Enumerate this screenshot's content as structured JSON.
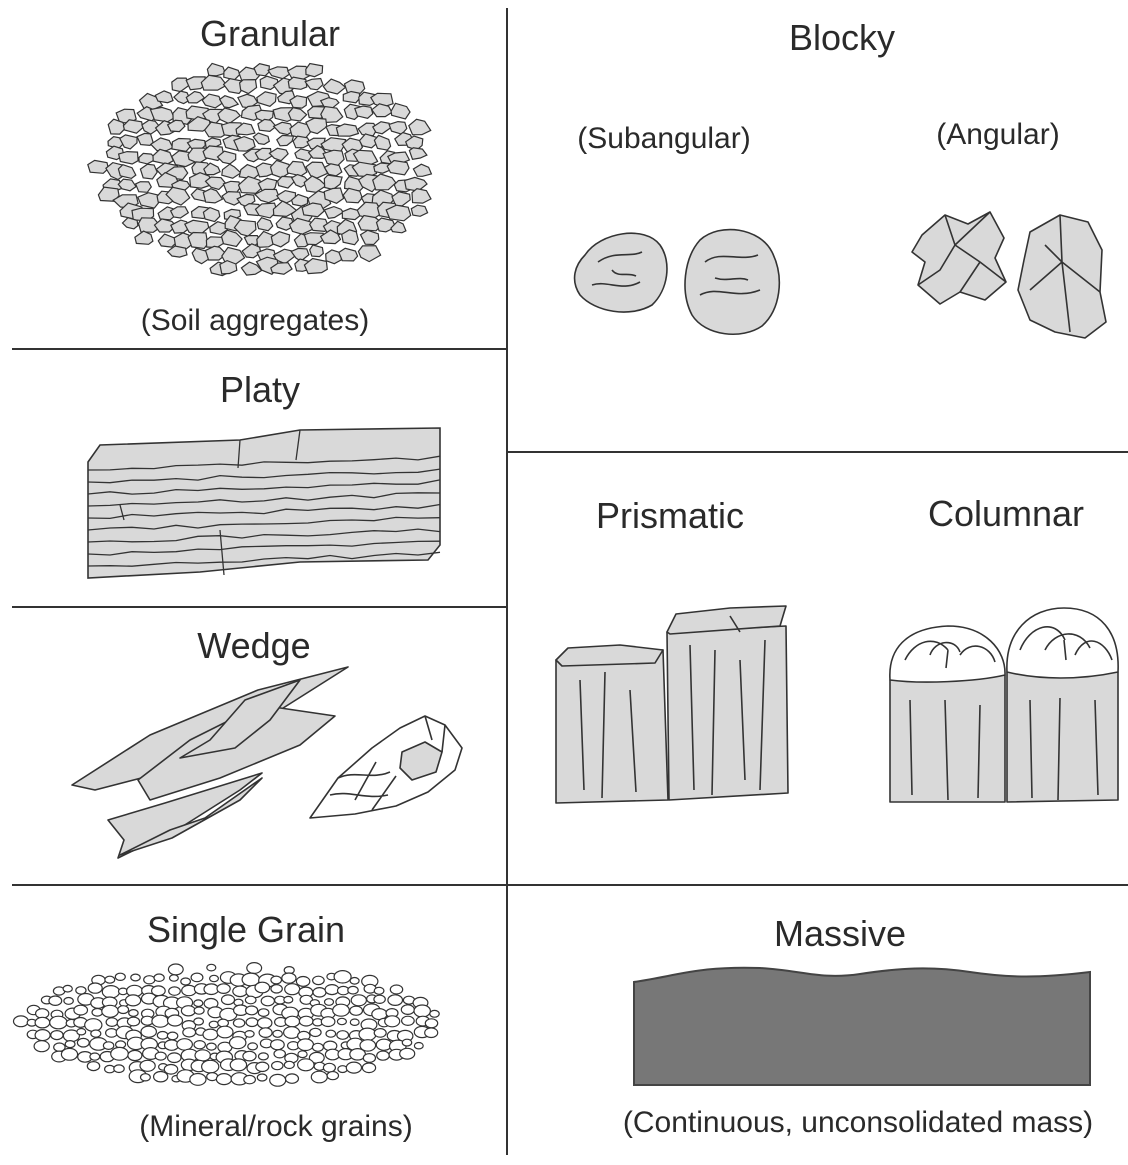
{
  "panels": {
    "granular": {
      "title": "Granular",
      "caption": "(Soil aggregates)"
    },
    "blocky": {
      "title": "Blocky",
      "subangular": "(Subangular)",
      "angular": "(Angular)"
    },
    "platy": {
      "title": "Platy"
    },
    "wedge": {
      "title": "Wedge"
    },
    "prismatic": {
      "title": "Prismatic"
    },
    "columnar": {
      "title": "Columnar"
    },
    "single_grain": {
      "title": "Single Grain",
      "caption": "(Mineral/rock grains)"
    },
    "massive": {
      "title": "Massive",
      "caption": "(Continuous, unconsolidated mass)"
    }
  },
  "colors": {
    "line": "#333333",
    "fill_light": "#d9d9d9",
    "fill_mid": "#cfcfcf",
    "massive_fill": "#777777",
    "massive_top": "#8a8a8a"
  }
}
